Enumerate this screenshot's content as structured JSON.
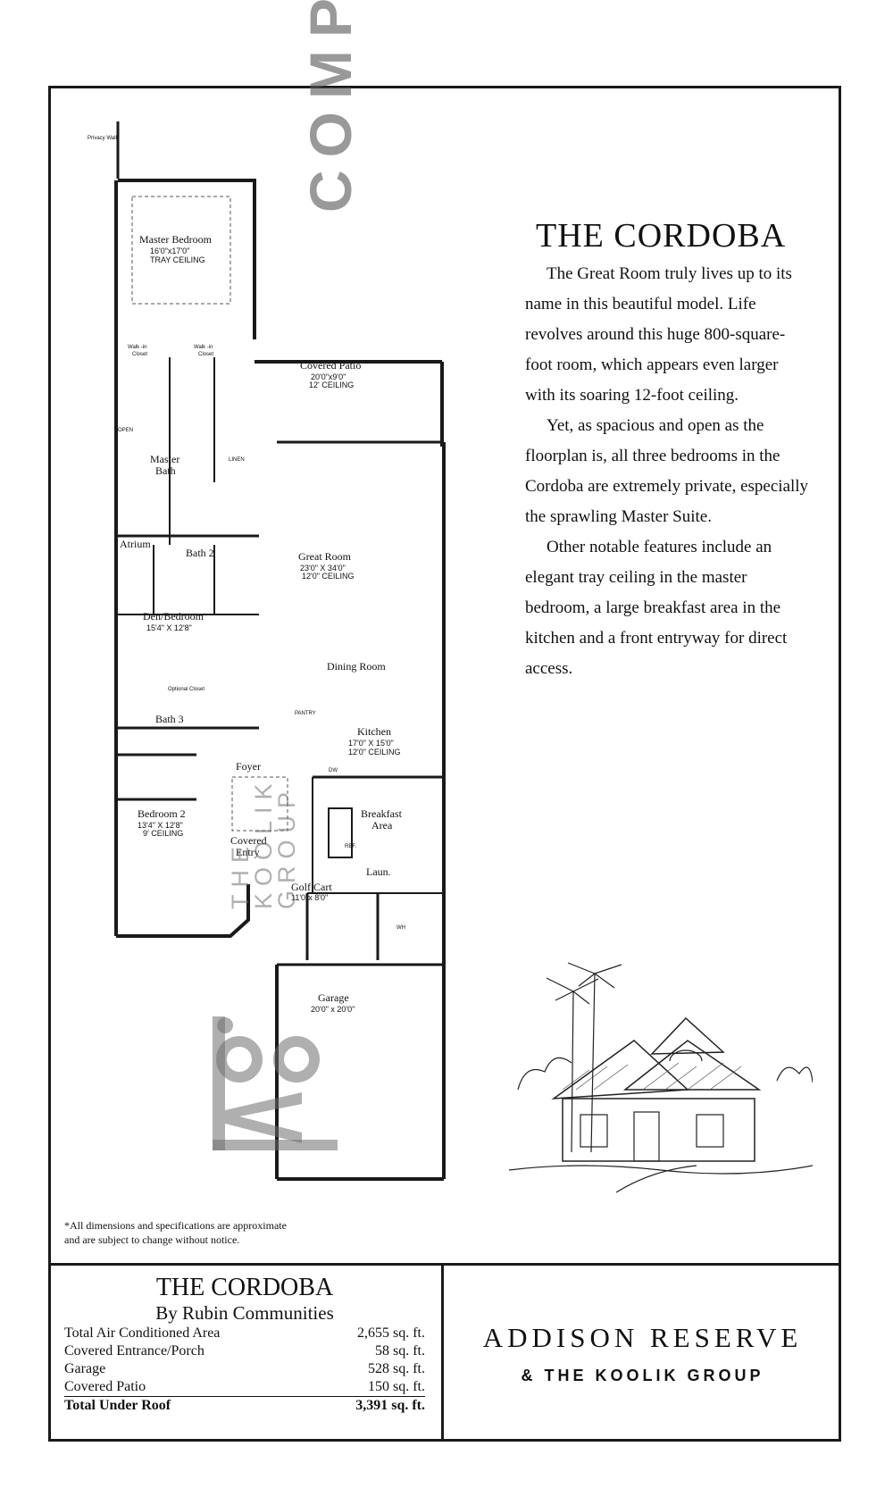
{
  "plan": {
    "privacy_wall": "Privacy Wall",
    "rooms": {
      "master_bedroom": {
        "name": "Master Bedroom",
        "dims": "16'0\"x17'0\"",
        "ceiling": "TRAY CEILING"
      },
      "walk_in_closet_1": {
        "line1": "Walk -in",
        "line2": "Closet"
      },
      "walk_in_closet_2": {
        "line1": "Walk -in",
        "line2": "Closet"
      },
      "master_bath": {
        "line1": "Master",
        "line2": "Bath"
      },
      "linen": "LINEN",
      "open": "OPEN",
      "covered_patio": {
        "name": "Covered Patio",
        "dims": "20'0\"x9'0\"",
        "ceiling": "12' CEILING"
      },
      "atrium": "Atrium",
      "bath2": "Bath 2",
      "great_room": {
        "name": "Great Room",
        "dims": "23'0\" X 34'0\"",
        "ceiling": "12'0\" CEILING"
      },
      "den_bedroom": {
        "name": "Den/Bedroom",
        "dims": "15'4\" X 12'8\""
      },
      "optional_closet": "Optional Closet",
      "dining_room": "Dining Room",
      "bath3": "Bath 3",
      "pantry": "PANTRY",
      "kitchen": {
        "name": "Kitchen",
        "dims": "17'0\" X 15'0\"",
        "ceiling": "12'0\" CEILING"
      },
      "dw": "DW",
      "foyer": "Foyer",
      "bedroom2": {
        "name": "Bedroom 2",
        "dims": "13'4\" X 12'8\"",
        "ceiling": "9' CEILING"
      },
      "breakfast": {
        "line1": "Breakfast",
        "line2": "Area"
      },
      "covered_entry": {
        "line1": "Covered",
        "line2": "Entry"
      },
      "ref": "REF.",
      "laundry": "Laun.",
      "golf_cart": {
        "name": "Golf Cart",
        "dims": "11'0\"x 8'0\""
      },
      "wh": "WH",
      "garage": {
        "name": "Garage",
        "dims": "20'0\" x 20'0\""
      }
    }
  },
  "title": "THE CORDOBA",
  "description": [
    "The Great Room truly lives up to its name in this beautiful model. Life revolves around this huge 800-square-foot room, which appears even larger with its soaring 12-foot ceiling.",
    "Yet, as spacious and open as the floorplan is, all three bedrooms in the Cordoba are extremely private, especially the sprawling Master Suite.",
    "Other notable features include an elegant tray ceiling in the master bedroom, a large breakfast area in the kitchen and a front entryway for direct access."
  ],
  "disclaimer": {
    "line1": "*All dimensions and specifications are approximate",
    "line2": "and are subject to change without notice."
  },
  "spec": {
    "title": "THE CORDOBA",
    "subtitle": "By Rubin Communities",
    "rows": [
      {
        "label": "Total Air Conditioned Area",
        "value": "2,655 sq. ft."
      },
      {
        "label": "Covered Entrance/Porch",
        "value": "58 sq. ft."
      },
      {
        "label": "Garage",
        "value": "528 sq. ft."
      },
      {
        "label": "Covered Patio",
        "value": "150 sq. ft."
      }
    ],
    "total": {
      "label": "Total Under Roof",
      "value": "3,391 sq. ft."
    }
  },
  "brand": {
    "line1": "ADDISON RESERVE",
    "line2": "& THE KOOLIK GROUP"
  },
  "watermarks": {
    "compass": "COMPASS",
    "koolik": "THE\nKOOLIK\nGROUP"
  }
}
